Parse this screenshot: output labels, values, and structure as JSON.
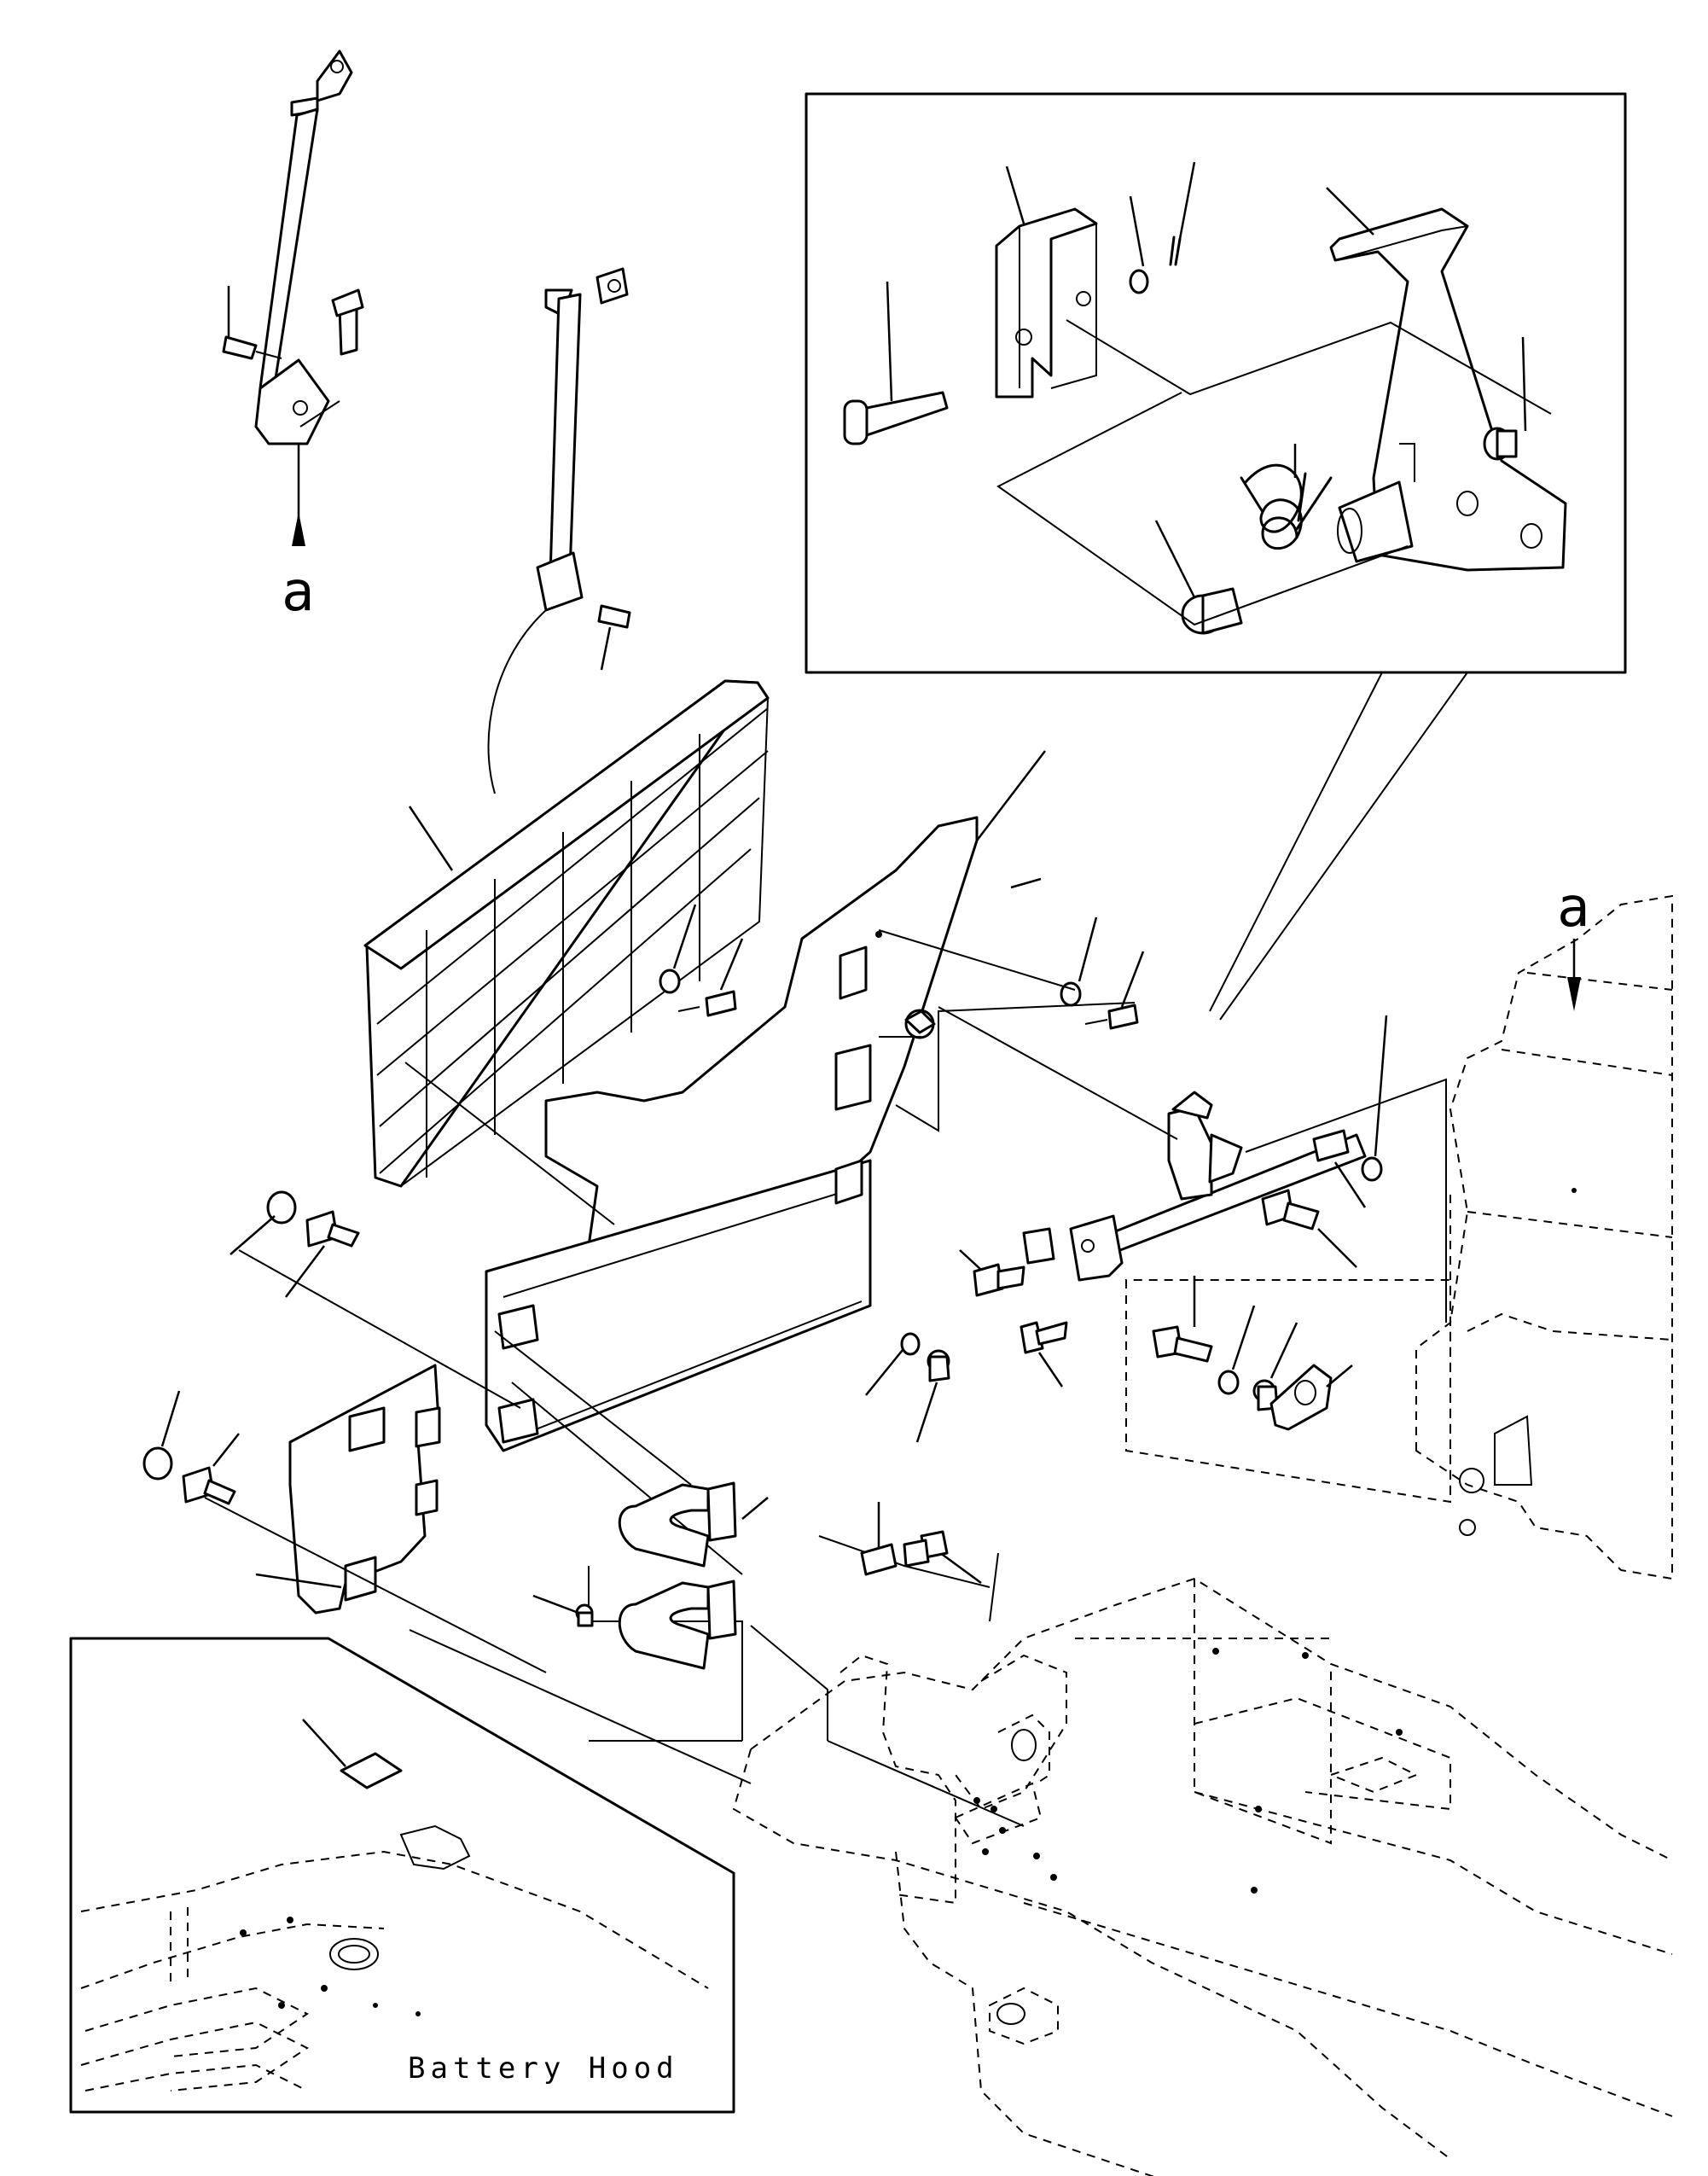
{
  "reference_letters": {
    "top_left": "a",
    "right": "a"
  },
  "inset_caption": "Battery Hood",
  "colors": {
    "line": "#000000",
    "background": "#ffffff"
  }
}
